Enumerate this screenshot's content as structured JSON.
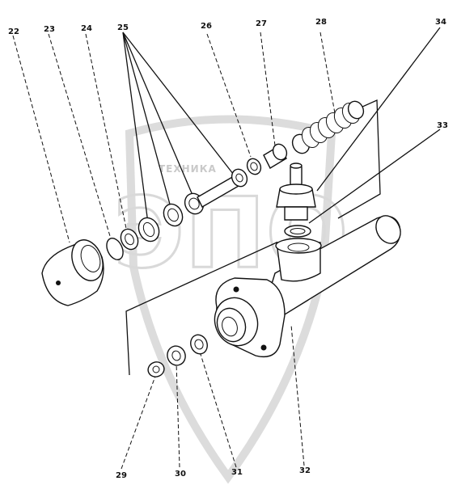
{
  "watermark": {
    "text": "ТЕХНИКА",
    "letters": "ЭПО"
  },
  "labels": {
    "l22": "22",
    "l23": "23",
    "l24": "24",
    "l25": "25",
    "l26": "26",
    "l27": "27",
    "l28": "28",
    "l34": "34",
    "l33": "33",
    "l29": "29",
    "l30": "30",
    "l31": "31",
    "l32": "32"
  }
}
